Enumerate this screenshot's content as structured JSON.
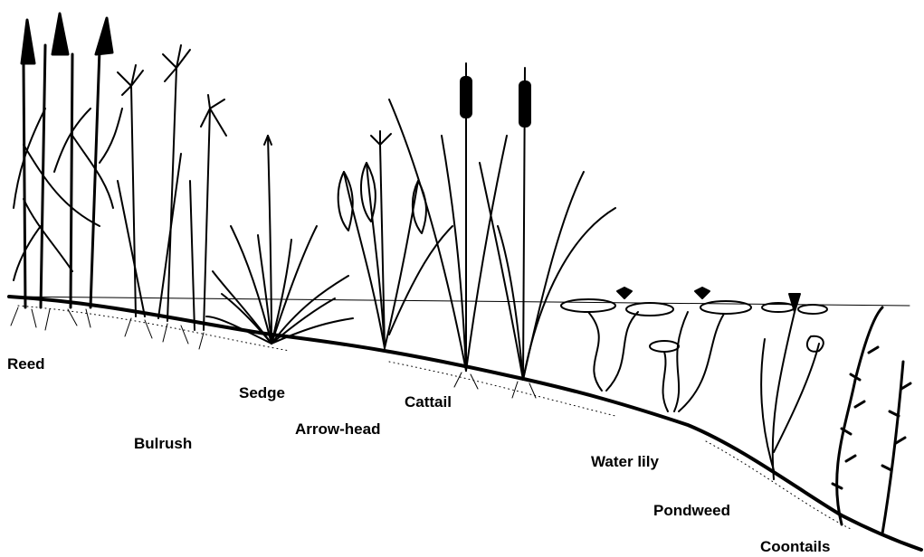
{
  "labels": {
    "reed": "Reed",
    "bulrush": "Bulrush",
    "sedge": "Sedge",
    "arrowhead": "Arrow-head",
    "cattail": "Cattail",
    "water_lily": "Water lily",
    "pondweed": "Pondweed",
    "coontails": "Coontails"
  },
  "colors": {
    "ink": "#000000",
    "background": "#ffffff"
  }
}
